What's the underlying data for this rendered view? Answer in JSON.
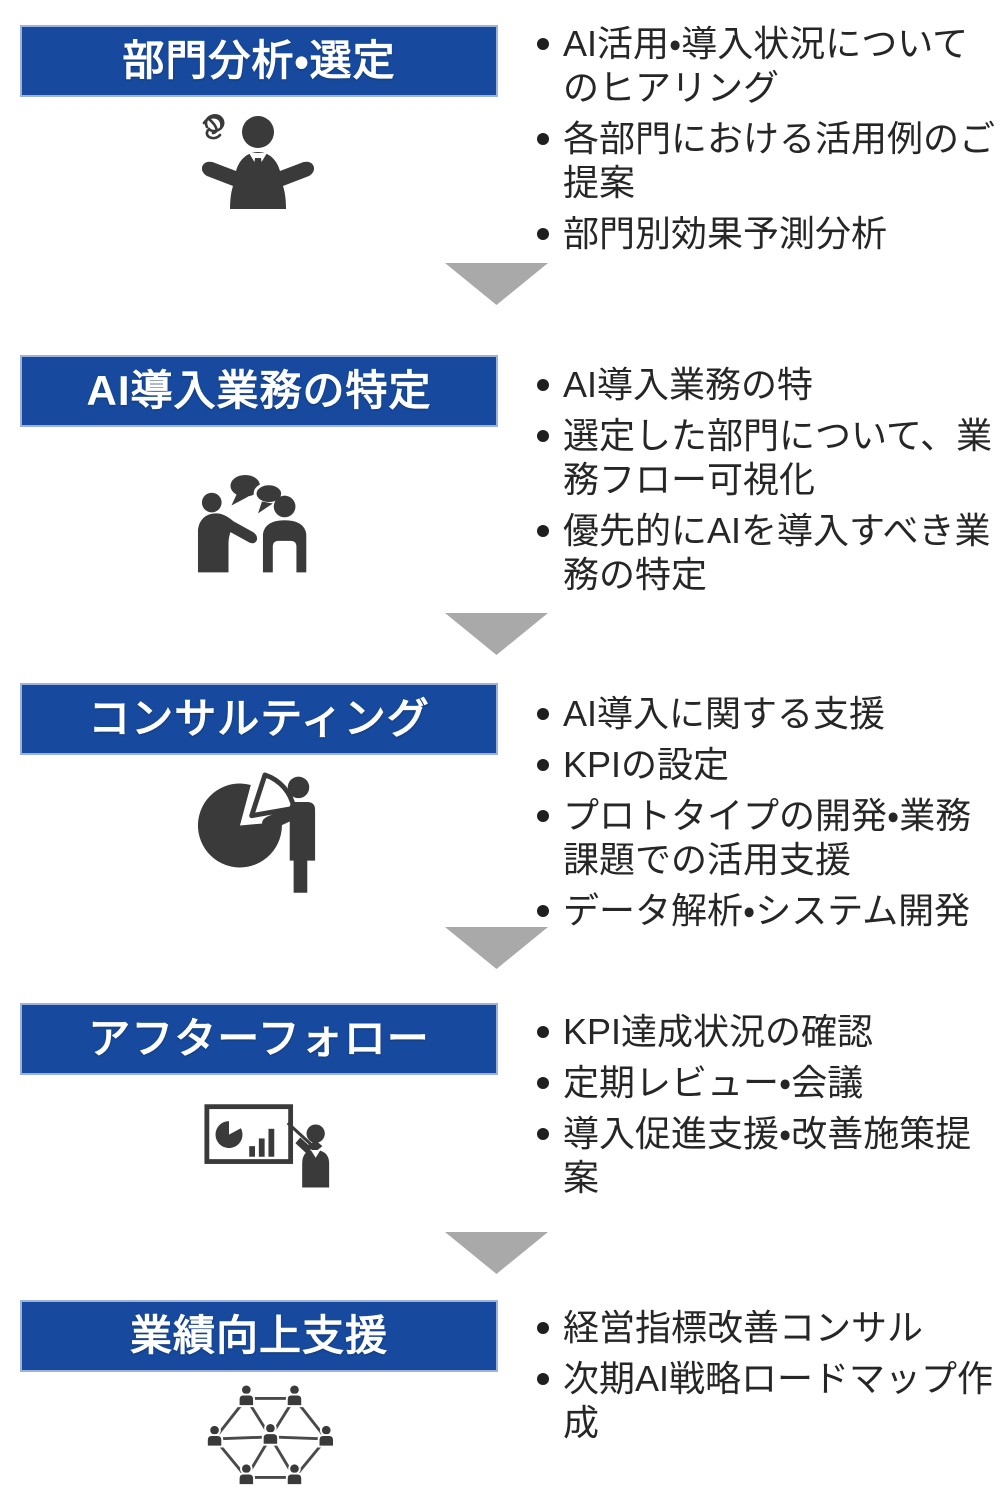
{
  "colors": {
    "header_bg": "#174a9e",
    "header_border": "#9db1dd",
    "header_text": "#ffffff",
    "bullet_text": "#262626",
    "bullet_dot": "#1f1f1f",
    "icon": "#3a3a3a",
    "arrow": "#a9a9a9",
    "page_bg": "#ffffff"
  },
  "flow_arrow_icon": "down-triangle",
  "steps": [
    {
      "title": "部門分析・選定",
      "icon": "confused-person-icon",
      "bullets": [
        [
          "AI活用・導入状況について",
          "のヒアリング"
        ],
        [
          "各部門における活用例のご",
          "提案"
        ],
        [
          "部門別効果予測分析"
        ]
      ]
    },
    {
      "title": "AI導入業務の特定",
      "icon": "discussion-people-icon",
      "bullets": [
        [
          "AI導入業務の特"
        ],
        [
          "選定した部門について、業",
          "務フロー可視化"
        ],
        [
          "優先的にAIを導入すべき業",
          "務の特定"
        ]
      ]
    },
    {
      "title": "コンサルティング",
      "icon": "pie-chart-consultant-icon",
      "bullets": [
        [
          "AI導入に関する支援"
        ],
        [
          "KPIの設定"
        ],
        [
          "プロトタイプの開発・業務",
          "課題での活用支援"
        ],
        [
          "データ解析・システム開発"
        ]
      ]
    },
    {
      "title": "アフターフォロー",
      "icon": "presentation-chart-icon",
      "bullets": [
        [
          "KPI達成状況の確認"
        ],
        [
          "定期レビュー・会議"
        ],
        [
          "導入促進支援・改善施策提",
          "案"
        ]
      ]
    },
    {
      "title": "業績向上支援",
      "icon": "people-network-icon",
      "bullets": [
        [
          "経営指標改善コンサル"
        ],
        [
          "次期AI戦略ロードマップ作",
          "成"
        ]
      ]
    }
  ]
}
